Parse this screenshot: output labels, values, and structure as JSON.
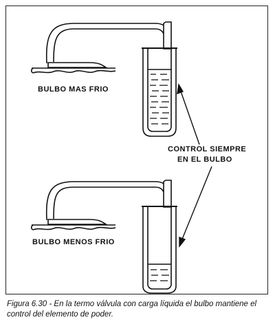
{
  "labels": {
    "top_bulb": "BULBO MAS FRIO",
    "bottom_bulb": "BULBO MENOS FRIO",
    "control_line1": "CONTROL SIEMPRE",
    "control_line2": "EN EL BULBO"
  },
  "caption": "Figura 6.30 - En la termo válvula con carga líquida el bulbo mantiene el control del elemento de poder."
}
